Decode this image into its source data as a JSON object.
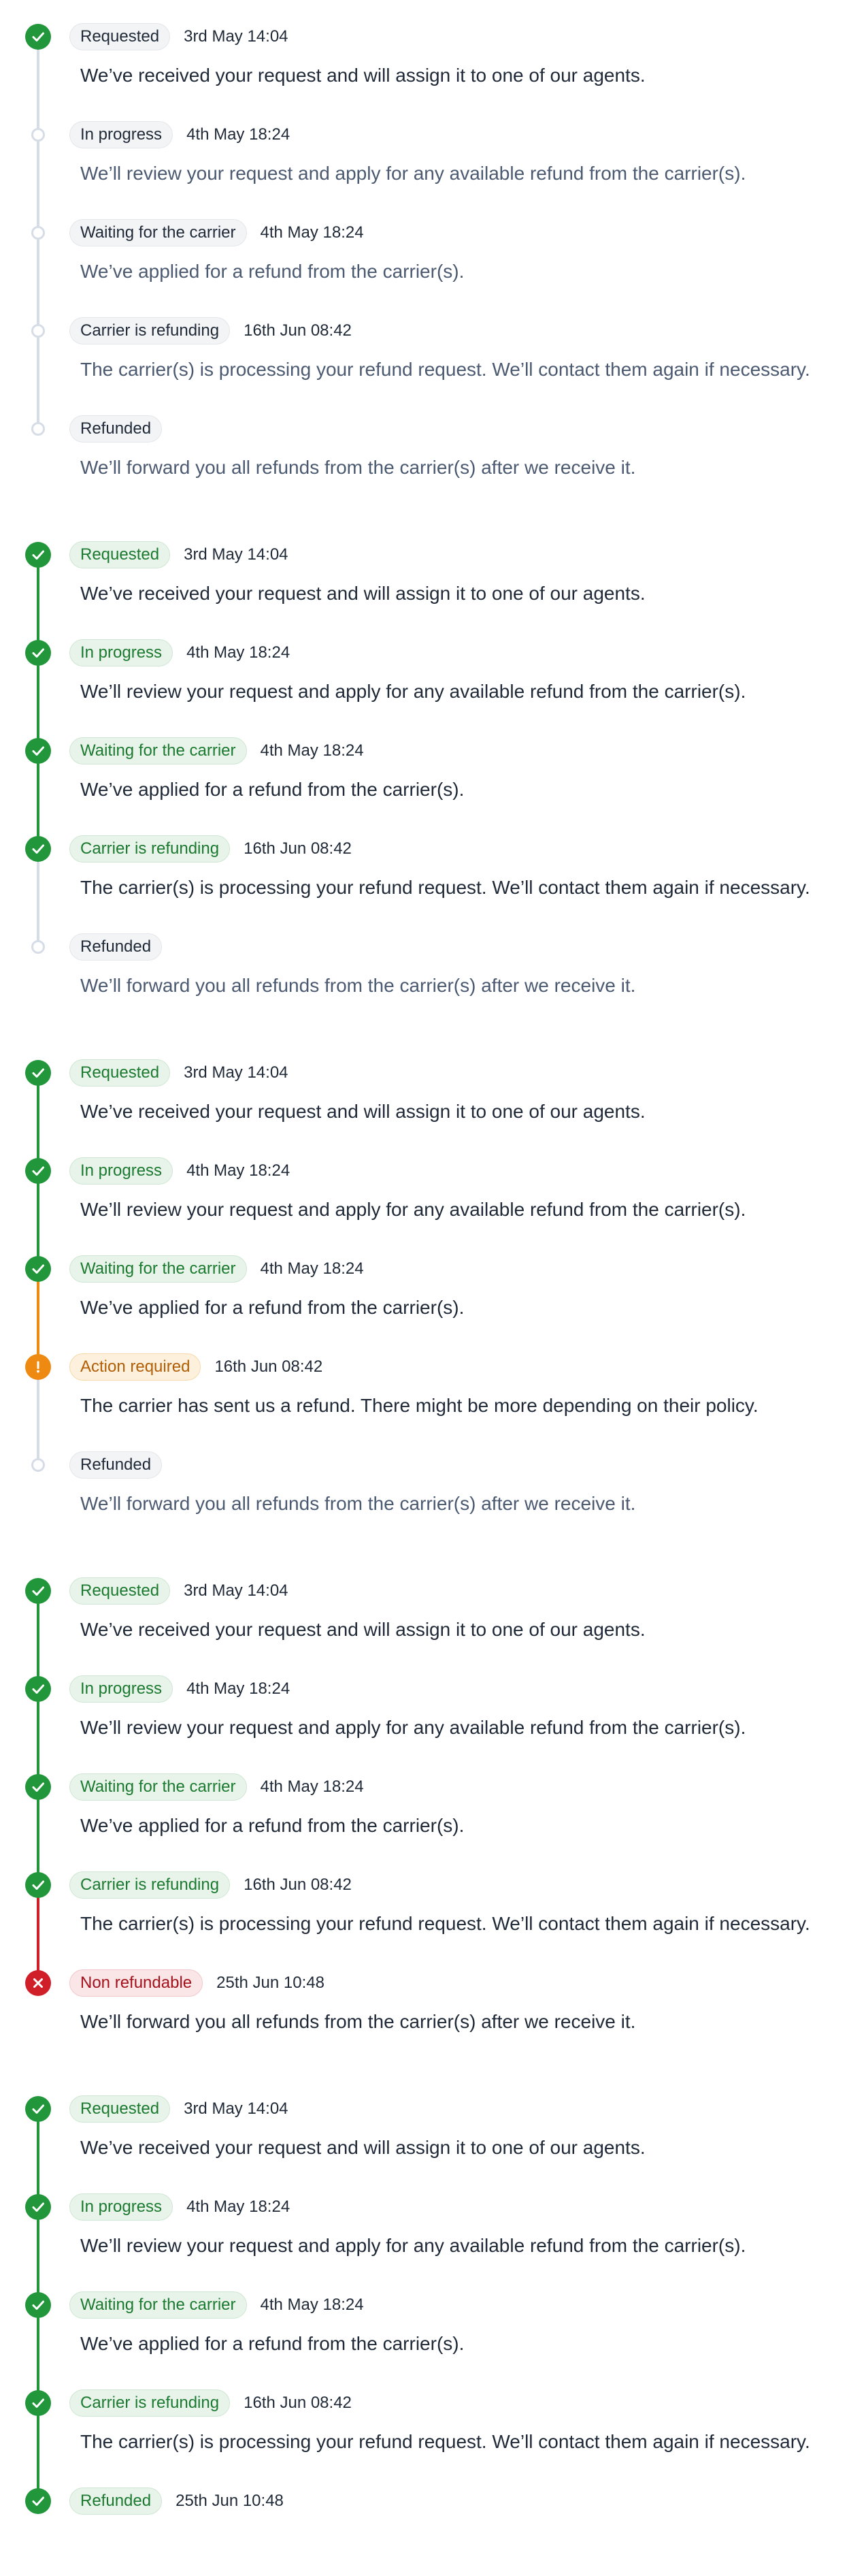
{
  "timelines": [
    {
      "steps": [
        {
          "status": "done",
          "badge_style": "neutral",
          "label": "Requested",
          "time": "3rd May 14:04",
          "description": "We’ve received your request and will assign it to one of our agents.",
          "desc_style": "dark",
          "connector": "gray"
        },
        {
          "status": "todo",
          "badge_style": "neutral",
          "label": "In progress",
          "time": "4th May 18:24",
          "description": "We’ll review your request and apply for any available refund from the carrier(s).",
          "desc_style": "muted",
          "connector": "gray"
        },
        {
          "status": "todo",
          "badge_style": "neutral",
          "label": "Waiting for the carrier",
          "time": "4th May 18:24",
          "description": "We’ve applied for a refund from the carrier(s).",
          "desc_style": "muted",
          "connector": "gray"
        },
        {
          "status": "todo",
          "badge_style": "neutral",
          "label": "Carrier is refunding",
          "time": "16th Jun 08:42",
          "description": "The carrier(s) is processing your refund request. We’ll contact them again if necessary.",
          "desc_style": "muted",
          "connector": "gray"
        },
        {
          "status": "todo",
          "badge_style": "neutral",
          "label": "Refunded",
          "time": "",
          "description": "We’ll forward you all refunds from the carrier(s) after we receive it.",
          "desc_style": "muted",
          "connector": "none"
        }
      ]
    },
    {
      "steps": [
        {
          "status": "done",
          "badge_style": "success",
          "label": "Requested",
          "time": "3rd May 14:04",
          "description": "We’ve received your request and will assign it to one of our agents.",
          "desc_style": "dark",
          "connector": "green"
        },
        {
          "status": "done",
          "badge_style": "success",
          "label": "In progress",
          "time": "4th May 18:24",
          "description": "We’ll review your request and apply for any available refund from the carrier(s).",
          "desc_style": "dark",
          "connector": "green"
        },
        {
          "status": "done",
          "badge_style": "success",
          "label": "Waiting for the carrier",
          "time": "4th May 18:24",
          "description": "We’ve applied for a refund from the carrier(s).",
          "desc_style": "dark",
          "connector": "green"
        },
        {
          "status": "done",
          "badge_style": "success",
          "label": "Carrier is refunding",
          "time": "16th Jun 08:42",
          "description": "The carrier(s) is processing your refund request. We’ll contact them again if necessary.",
          "desc_style": "dark",
          "connector": "gray"
        },
        {
          "status": "todo",
          "badge_style": "neutral",
          "label": "Refunded",
          "time": "",
          "description": "We’ll forward you all refunds from the carrier(s) after we receive it.",
          "desc_style": "muted",
          "connector": "none"
        }
      ]
    },
    {
      "steps": [
        {
          "status": "done",
          "badge_style": "success",
          "label": "Requested",
          "time": "3rd May 14:04",
          "description": "We’ve received your request and will assign it to one of our agents.",
          "desc_style": "dark",
          "connector": "green"
        },
        {
          "status": "done",
          "badge_style": "success",
          "label": "In progress",
          "time": "4th May 18:24",
          "description": "We’ll review your request and apply for any available refund from the carrier(s).",
          "desc_style": "dark",
          "connector": "green"
        },
        {
          "status": "done",
          "badge_style": "success",
          "label": "Waiting for the carrier",
          "time": "4th May 18:24",
          "description": "We’ve applied for a refund from the carrier(s).",
          "desc_style": "dark",
          "connector": "orange"
        },
        {
          "status": "warn",
          "badge_style": "warning",
          "label": "Action required",
          "time": "16th Jun 08:42",
          "description": "The carrier has sent us a refund. There might be more depending on their policy.",
          "desc_style": "dark",
          "connector": "gray"
        },
        {
          "status": "todo",
          "badge_style": "neutral",
          "label": "Refunded",
          "time": "",
          "description": "We’ll forward you all refunds from the carrier(s) after we receive it.",
          "desc_style": "muted",
          "connector": "none"
        }
      ]
    },
    {
      "steps": [
        {
          "status": "done",
          "badge_style": "success",
          "label": "Requested",
          "time": "3rd May 14:04",
          "description": "We’ve received your request and will assign it to one of our agents.",
          "desc_style": "dark",
          "connector": "green"
        },
        {
          "status": "done",
          "badge_style": "success",
          "label": "In progress",
          "time": "4th May 18:24",
          "description": "We’ll review your request and apply for any available refund from the carrier(s).",
          "desc_style": "dark",
          "connector": "green"
        },
        {
          "status": "done",
          "badge_style": "success",
          "label": "Waiting for the carrier",
          "time": "4th May 18:24",
          "description": "We’ve applied for a refund from the carrier(s).",
          "desc_style": "dark",
          "connector": "green"
        },
        {
          "status": "done",
          "badge_style": "success",
          "label": "Carrier is refunding",
          "time": "16th Jun 08:42",
          "description": "The carrier(s) is processing your refund request. We’ll contact them again if necessary.",
          "desc_style": "dark",
          "connector": "red"
        },
        {
          "status": "error",
          "badge_style": "error",
          "label": "Non refundable",
          "time": "25th Jun 10:48",
          "description": "We’ll forward you all refunds from the carrier(s) after we receive it.",
          "desc_style": "dark",
          "connector": "none"
        }
      ]
    },
    {
      "steps": [
        {
          "status": "done",
          "badge_style": "success",
          "label": "Requested",
          "time": "3rd May 14:04",
          "description": "We’ve received your request and will assign it to one of our agents.",
          "desc_style": "dark",
          "connector": "green"
        },
        {
          "status": "done",
          "badge_style": "success",
          "label": "In progress",
          "time": "4th May 18:24",
          "description": "We’ll review your request and apply for any available refund from the carrier(s).",
          "desc_style": "dark",
          "connector": "green"
        },
        {
          "status": "done",
          "badge_style": "success",
          "label": "Waiting for the carrier",
          "time": "4th May 18:24",
          "description": "We’ve applied for a refund from the carrier(s).",
          "desc_style": "dark",
          "connector": "green"
        },
        {
          "status": "done",
          "badge_style": "success",
          "label": "Carrier is refunding",
          "time": "16th Jun 08:42",
          "description": "The carrier(s) is processing your refund request. We’ll contact them again if necessary.",
          "desc_style": "dark",
          "connector": "green"
        },
        {
          "status": "done",
          "badge_style": "success",
          "label": "Refunded",
          "time": "25th Jun 10:48",
          "description": "",
          "desc_style": "dark",
          "connector": "none"
        }
      ]
    }
  ],
  "icons": {
    "done": "check-icon",
    "todo": "pending-dot-icon",
    "warn": "exclamation-icon",
    "error": "cross-icon"
  },
  "colors": {
    "success": "#22963b",
    "pending": "#d6dde6",
    "warning": "#ee8a12",
    "error": "#d11f2a"
  }
}
